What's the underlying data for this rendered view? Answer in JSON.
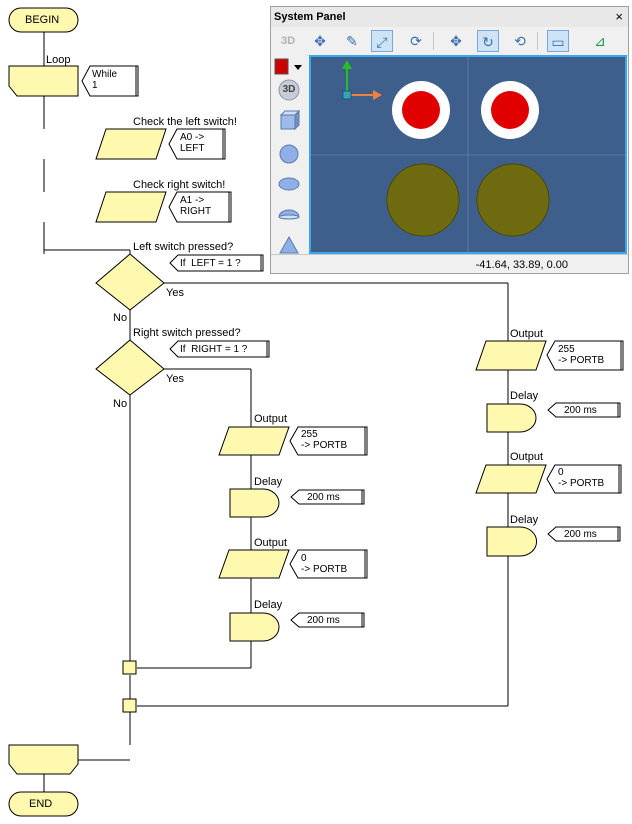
{
  "flowchart": {
    "begin": "BEGIN",
    "end": "END",
    "loop_label": "Loop",
    "loop_condition": "While\n1",
    "input1_label": "Check the left switch!",
    "input1_value": "A0 ->\nLEFT",
    "input2_label": "Check right switch!",
    "input2_value": "A1 ->\nRIGHT",
    "decision1_label": "Left switch pressed?",
    "decision1_value": "If  LEFT = 1 ?",
    "decision2_label": "Right switch pressed?",
    "decision2_value": "If  RIGHT = 1 ?",
    "yes": "Yes",
    "no": "No",
    "output_label": "Output",
    "delay_label": "Delay",
    "out_on": "255\n-> PORTB",
    "out_off": "0\n-> PORTB",
    "delay_value": "200 ms"
  },
  "panel": {
    "title": "System Panel",
    "close": "×",
    "toolbar_3d": "3D",
    "sidebar_3d": "3D",
    "coords": "-41.64, 33.89, 0.00"
  },
  "colors": {
    "shape_fill": "#fff9b0",
    "viewport": "#3e5f8c",
    "led_red": "#e00000",
    "switch_olive": "#6e6a10",
    "selection_border": "#3aa6ee"
  }
}
